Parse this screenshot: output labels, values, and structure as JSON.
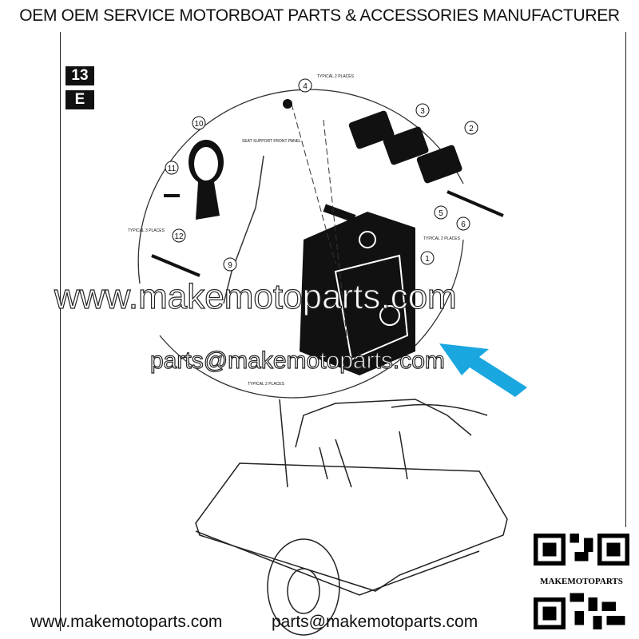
{
  "header": {
    "title": "OEM OEM SERVICE MOTORBOAT PARTS & ACCESSORIES MANUFACTURER"
  },
  "badges": {
    "section": "13",
    "letter": "E"
  },
  "diagram": {
    "callouts": [
      "1",
      "2",
      "3",
      "4",
      "5",
      "6",
      "9",
      "10",
      "11",
      "12"
    ],
    "notes": {
      "typical2_top": "TYPICAL 2 PLACES",
      "seat_support": "SEAT SUPPORT FRONT PANEL",
      "typical3": "TYPICAL 3 PLACES",
      "typical2_right": "TYPICAL 2 PLACES",
      "typical2_bottom": "TYPICAL 2 PLACES"
    }
  },
  "watermarks": {
    "website": "www.makemotoparts.com",
    "email": "parts@makemotoparts.com"
  },
  "footer": {
    "website": "www.makemotoparts.com",
    "email": "parts@makemotoparts.com"
  },
  "qr": {
    "label": "MAKEMOTOPARTS"
  },
  "colors": {
    "arrow": "#1aa7e0",
    "ink": "#111111"
  }
}
